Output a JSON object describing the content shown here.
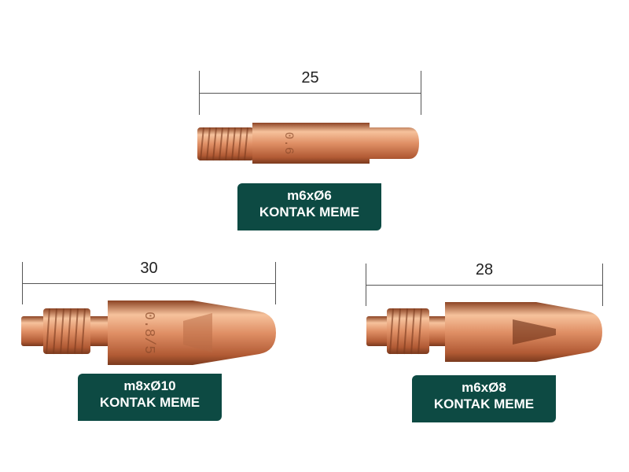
{
  "colors": {
    "copper_light": "#f0b48a",
    "copper_mid": "#d8845a",
    "copper_dark": "#9a4a2a",
    "badge_bg": "#0d4a43",
    "badge_text": "#ffffff"
  },
  "products": [
    {
      "dimension": "25",
      "marking": "0.6",
      "size_label": "m6xØ6",
      "name": "KONTAK MEME"
    },
    {
      "dimension": "30",
      "marking": "0.8/5",
      "size_label": "m8xØ10",
      "name": "KONTAK MEME"
    },
    {
      "dimension": "28",
      "size_label": "m6xØ8",
      "name": "KONTAK MEME"
    }
  ]
}
